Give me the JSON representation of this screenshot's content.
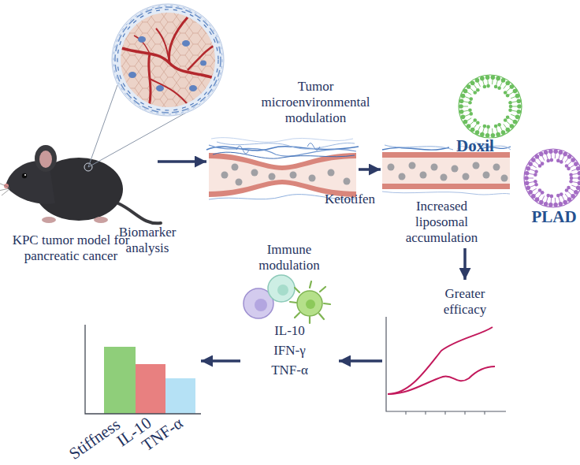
{
  "diagram": {
    "nodes": [
      {
        "text": [
          "KPC tumor model for pancreatic cancer"
        ]
      },
      {
        "text": [
          "Tumor microenvironmental modulation"
        ]
      },
      {
        "text": [
          "Increased liposomal accumulation"
        ]
      },
      {
        "text": [
          "Doxil"
        ]
      },
      {
        "text": [
          "PLAD"
        ]
      },
      {
        "text": [
          "Greater efficacy"
        ]
      },
      {
        "text": [
          "Immune modulation",
          "IL-10",
          "IFN-γ",
          "TNF-α"
        ]
      },
      {
        "text": [
          "Biomarker analysis"
        ]
      }
    ],
    "edges": [
      {
        "from": 0,
        "to": 1,
        "arrow": "to"
      },
      {
        "from": 1,
        "to": 2,
        "arrow": "to",
        "label": "Ketotifen"
      },
      {
        "from": 2,
        "to": 5,
        "arrow": "to"
      },
      {
        "from": 5,
        "to": 6,
        "arrow": "to"
      },
      {
        "from": 6,
        "to": 7,
        "arrow": "to"
      }
    ],
    "labels": [
      "Stiffness",
      "IL-10",
      "TNF-α"
    ]
  }
}
